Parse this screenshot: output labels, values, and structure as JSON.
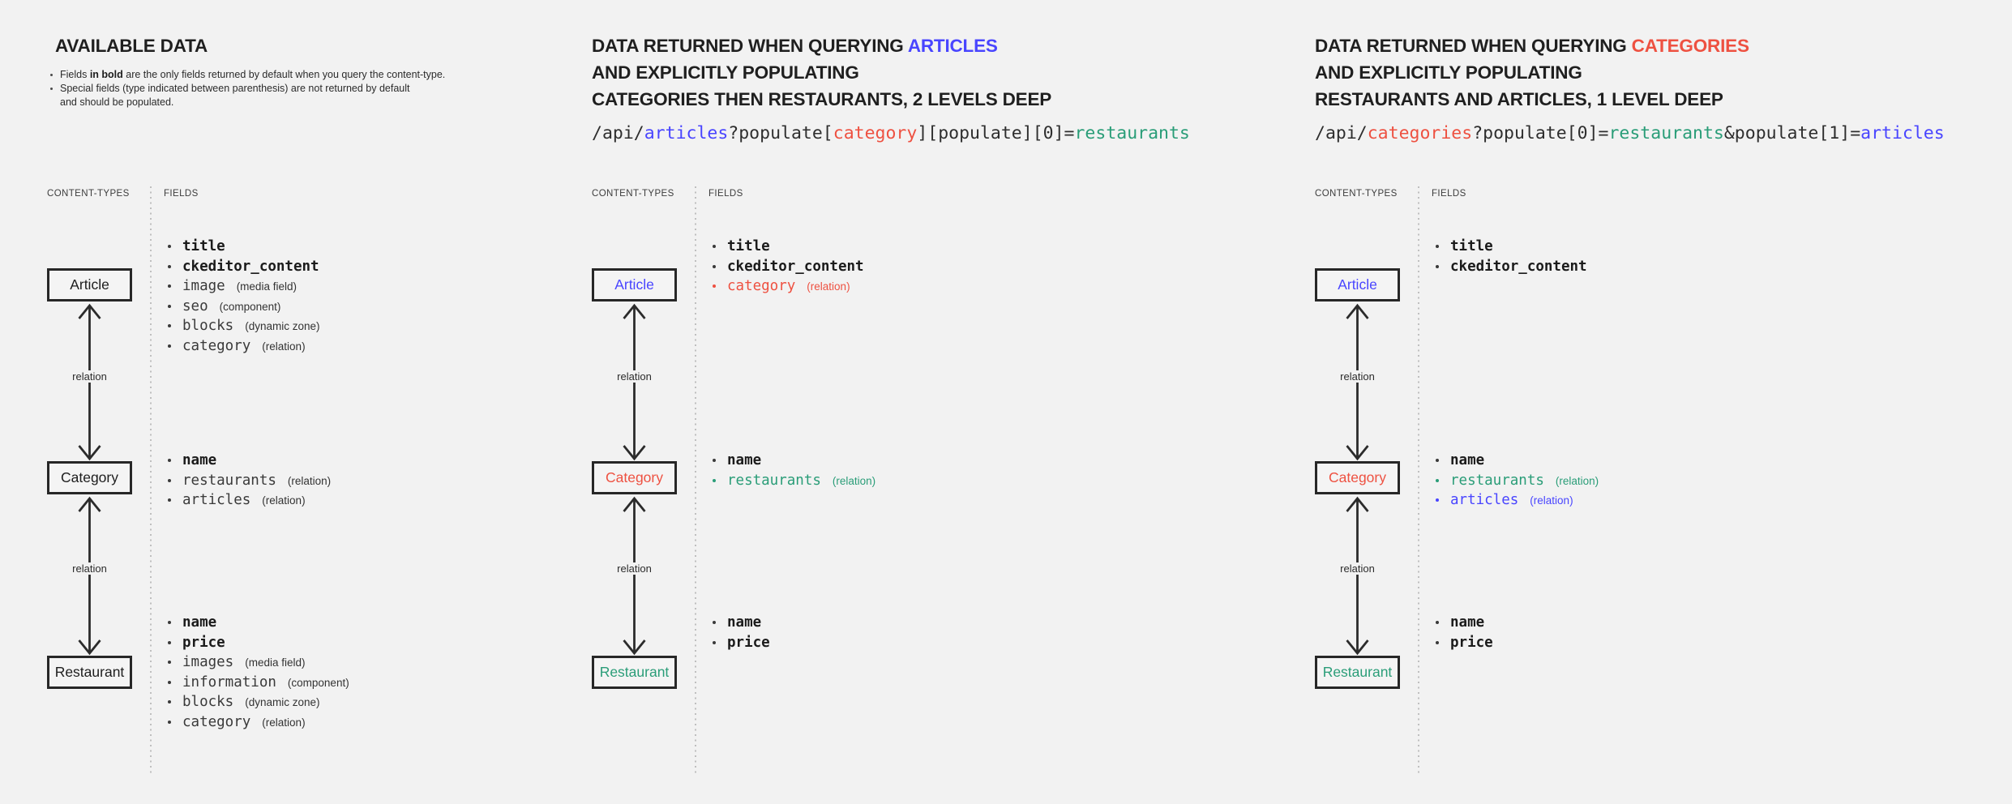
{
  "theme": {
    "background": "#f2f2f2",
    "accent_blue": "#4945ff",
    "accent_red": "#ee5141",
    "accent_teal": "#2a9d78"
  },
  "panels": [
    {
      "name": "available-data",
      "title": {
        "text": "AVAILABLE DATA"
      },
      "notes": {
        "n1_pre": "Fields ",
        "n1_bold": "in bold",
        "n1_post": " are the only fields returned by default when you query the content-type.",
        "n2_line1": "Special fields (type indicated between parenthesis) are not returned by default",
        "n2_line2": "and should be populated."
      },
      "column_headers": {
        "content_types": "CONTENT-TYPES",
        "fields": "FIELDS"
      },
      "content_types": [
        {
          "label": "Article"
        },
        {
          "label": "Category"
        },
        {
          "label": "Restaurant"
        }
      ],
      "relations": [
        "relation",
        "relation"
      ],
      "fields": {
        "article": [
          {
            "name": "title",
            "type": ""
          },
          {
            "name": "ckeditor_content",
            "type": ""
          },
          {
            "name": "image",
            "type": "(media field)"
          },
          {
            "name": "seo",
            "type": "(component)"
          },
          {
            "name": "blocks",
            "type": "(dynamic zone)"
          },
          {
            "name": "category",
            "type": "(relation)"
          }
        ],
        "category": [
          {
            "name": "name",
            "type": ""
          },
          {
            "name": "restaurants",
            "type": "(relation)"
          },
          {
            "name": "articles",
            "type": "(relation)"
          }
        ],
        "restaurant": [
          {
            "name": "name",
            "type": ""
          },
          {
            "name": "price",
            "type": ""
          },
          {
            "name": "images",
            "type": "(media field)"
          },
          {
            "name": "information",
            "type": "(component)"
          },
          {
            "name": "blocks",
            "type": "(dynamic zone)"
          },
          {
            "name": "category",
            "type": "(relation)"
          }
        ]
      }
    },
    {
      "name": "query-articles",
      "title": {
        "l1_pre": "DATA RETURNED WHEN QUERYING ",
        "l1_accent": "ARTICLES",
        "l2": "AND EXPLICITLY POPULATING",
        "l3": "CATEGORIES THEN RESTAURANTS, 2 LEVELS DEEP"
      },
      "url": {
        "s1": "/api/",
        "s2": "articles",
        "s3": "?populate[",
        "s4": "category",
        "s5": "][populate][0]=",
        "s6": "restaurants"
      },
      "column_headers": {
        "content_types": "CONTENT-TYPES",
        "fields": "FIELDS"
      },
      "content_types": [
        {
          "label": "Article"
        },
        {
          "label": "Category"
        },
        {
          "label": "Restaurant"
        }
      ],
      "relations": [
        "relation",
        "relation"
      ],
      "fields": {
        "article": [
          {
            "name": "title",
            "type": ""
          },
          {
            "name": "ckeditor_content",
            "type": ""
          },
          {
            "name": "category",
            "type": "(relation)"
          }
        ],
        "category": [
          {
            "name": "name",
            "type": ""
          },
          {
            "name": "restaurants",
            "type": "(relation)"
          }
        ],
        "restaurant": [
          {
            "name": "name",
            "type": ""
          },
          {
            "name": "price",
            "type": ""
          }
        ]
      }
    },
    {
      "name": "query-categories",
      "title": {
        "l1_pre": "DATA RETURNED WHEN QUERYING ",
        "l1_accent": "CATEGORIES",
        "l2": "AND EXPLICITLY POPULATING",
        "l3": "RESTAURANTS AND ARTICLES, 1 LEVEL DEEP"
      },
      "url": {
        "s1": "/api/",
        "s2": "categories",
        "s3": "?populate[0]=",
        "s4": "restaurants",
        "s5": "&populate[1]=",
        "s6": "articles"
      },
      "column_headers": {
        "content_types": "CONTENT-TYPES",
        "fields": "FIELDS"
      },
      "content_types": [
        {
          "label": "Article"
        },
        {
          "label": "Category"
        },
        {
          "label": "Restaurant"
        }
      ],
      "relations": [
        "relation",
        "relation"
      ],
      "fields": {
        "article": [
          {
            "name": "title",
            "type": ""
          },
          {
            "name": "ckeditor_content",
            "type": ""
          }
        ],
        "category": [
          {
            "name": "name",
            "type": ""
          },
          {
            "name": "restaurants",
            "type": "(relation)"
          },
          {
            "name": "articles",
            "type": "(relation)"
          }
        ],
        "restaurant": [
          {
            "name": "name",
            "type": ""
          },
          {
            "name": "price",
            "type": ""
          }
        ]
      }
    }
  ]
}
